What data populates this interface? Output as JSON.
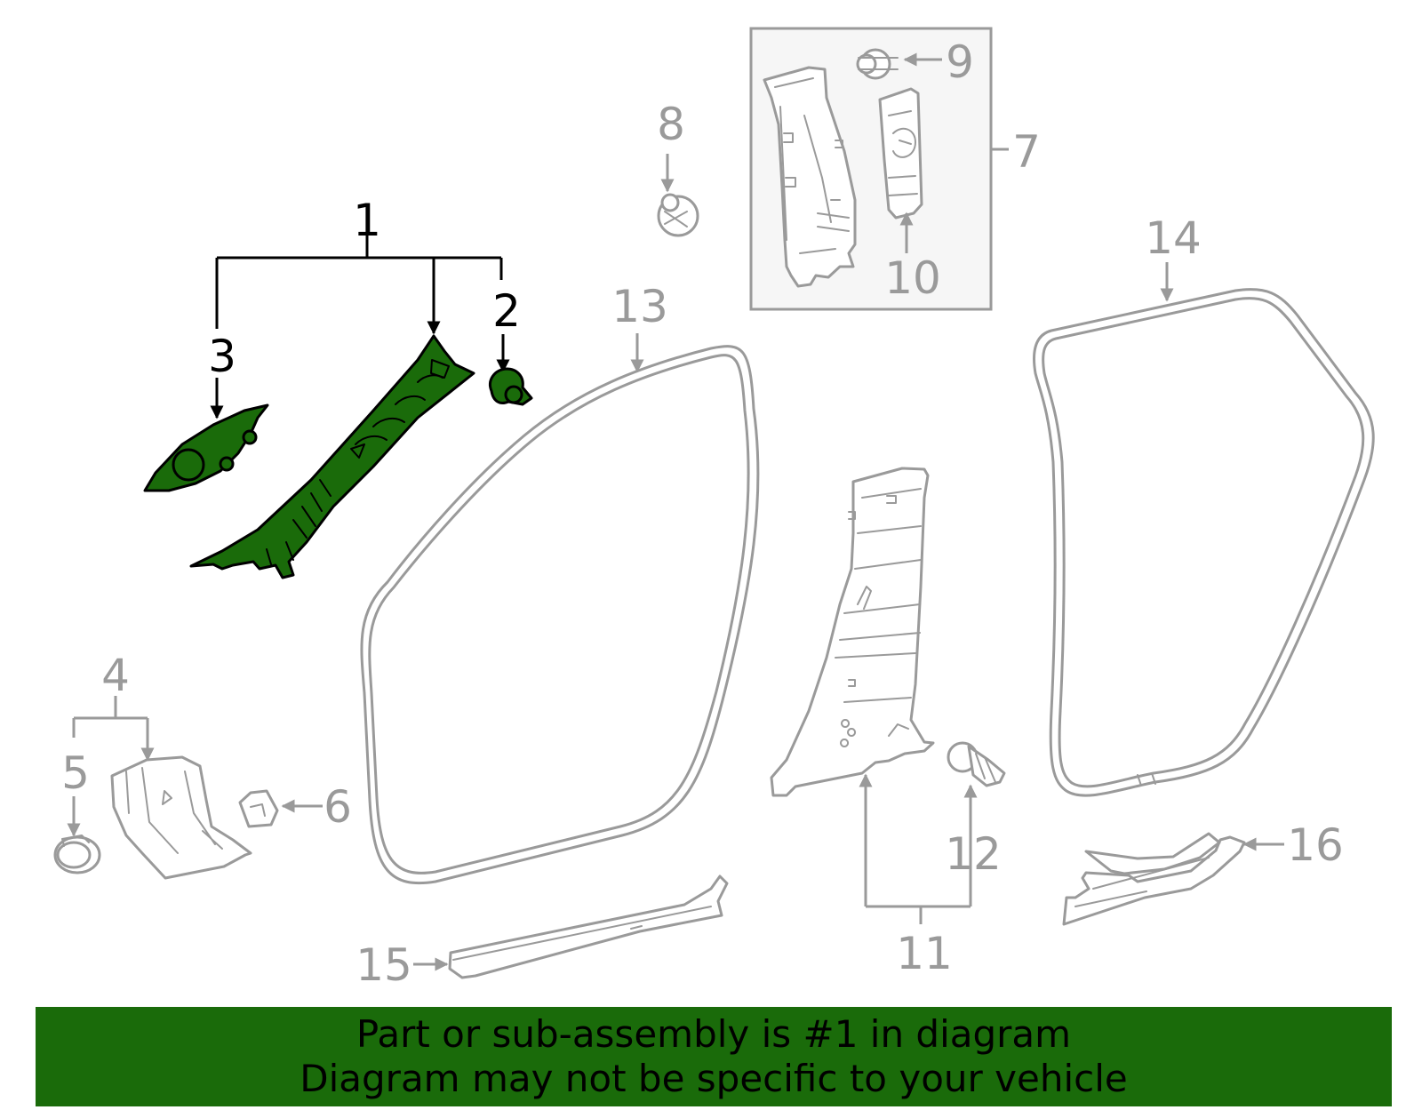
{
  "colors": {
    "highlight": "#1a6b0a",
    "outline_gray": "#9a9a9a",
    "outline_black": "#000000",
    "background": "#ffffff"
  },
  "callouts": {
    "c1": "1",
    "c2": "2",
    "c3": "3",
    "c4": "4",
    "c5": "5",
    "c6": "6",
    "c7": "7",
    "c8": "8",
    "c9": "9",
    "c10": "10",
    "c11": "11",
    "c12": "12",
    "c13": "13",
    "c14": "14",
    "c15": "15",
    "c16": "16"
  },
  "highlighted_callouts": [
    "1",
    "2",
    "3"
  ],
  "banner": {
    "line1": "Part or sub-assembly is #1 in diagram",
    "line2": "Diagram may not be specific to your vehicle"
  }
}
